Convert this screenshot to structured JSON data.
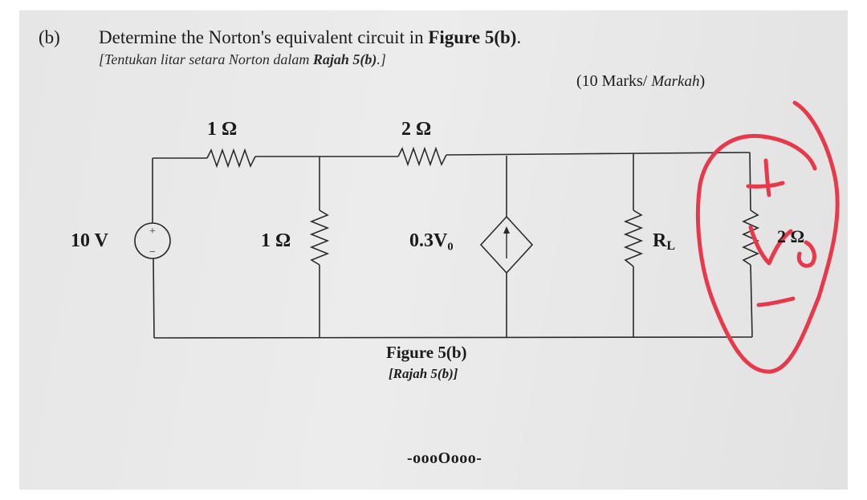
{
  "question": {
    "part": "(b)",
    "text": "Determine the Norton's equivalent circuit in ",
    "figure_ref": "Figure 5(b)",
    "text_end": ".",
    "translation_text": "[Tentukan litar setara Norton  dalam ",
    "translation_ref": "Rajah 5(b)",
    "translation_end": ".]",
    "marks": "(10 Marks/ ",
    "marks_italic": "Markah",
    "marks_end": ")"
  },
  "circuit": {
    "source_label": "10 V",
    "r1_label": "1 Ω",
    "r2_label": "2 Ω",
    "r3_label": "1 Ω",
    "dep_source_label": "0.3V₀",
    "load_label": "Rₗ",
    "load_letter": "R",
    "load_sub": "L",
    "annot_label": "2 Ω"
  },
  "figure": {
    "caption": "Figure 5(b)",
    "caption_translation": "[Rajah 5(b)]"
  },
  "end_mark": "-oooOooo-",
  "colors": {
    "paper": "#e8e8e8",
    "ink": "#1c1c1c",
    "annotation": "#e8394a"
  }
}
